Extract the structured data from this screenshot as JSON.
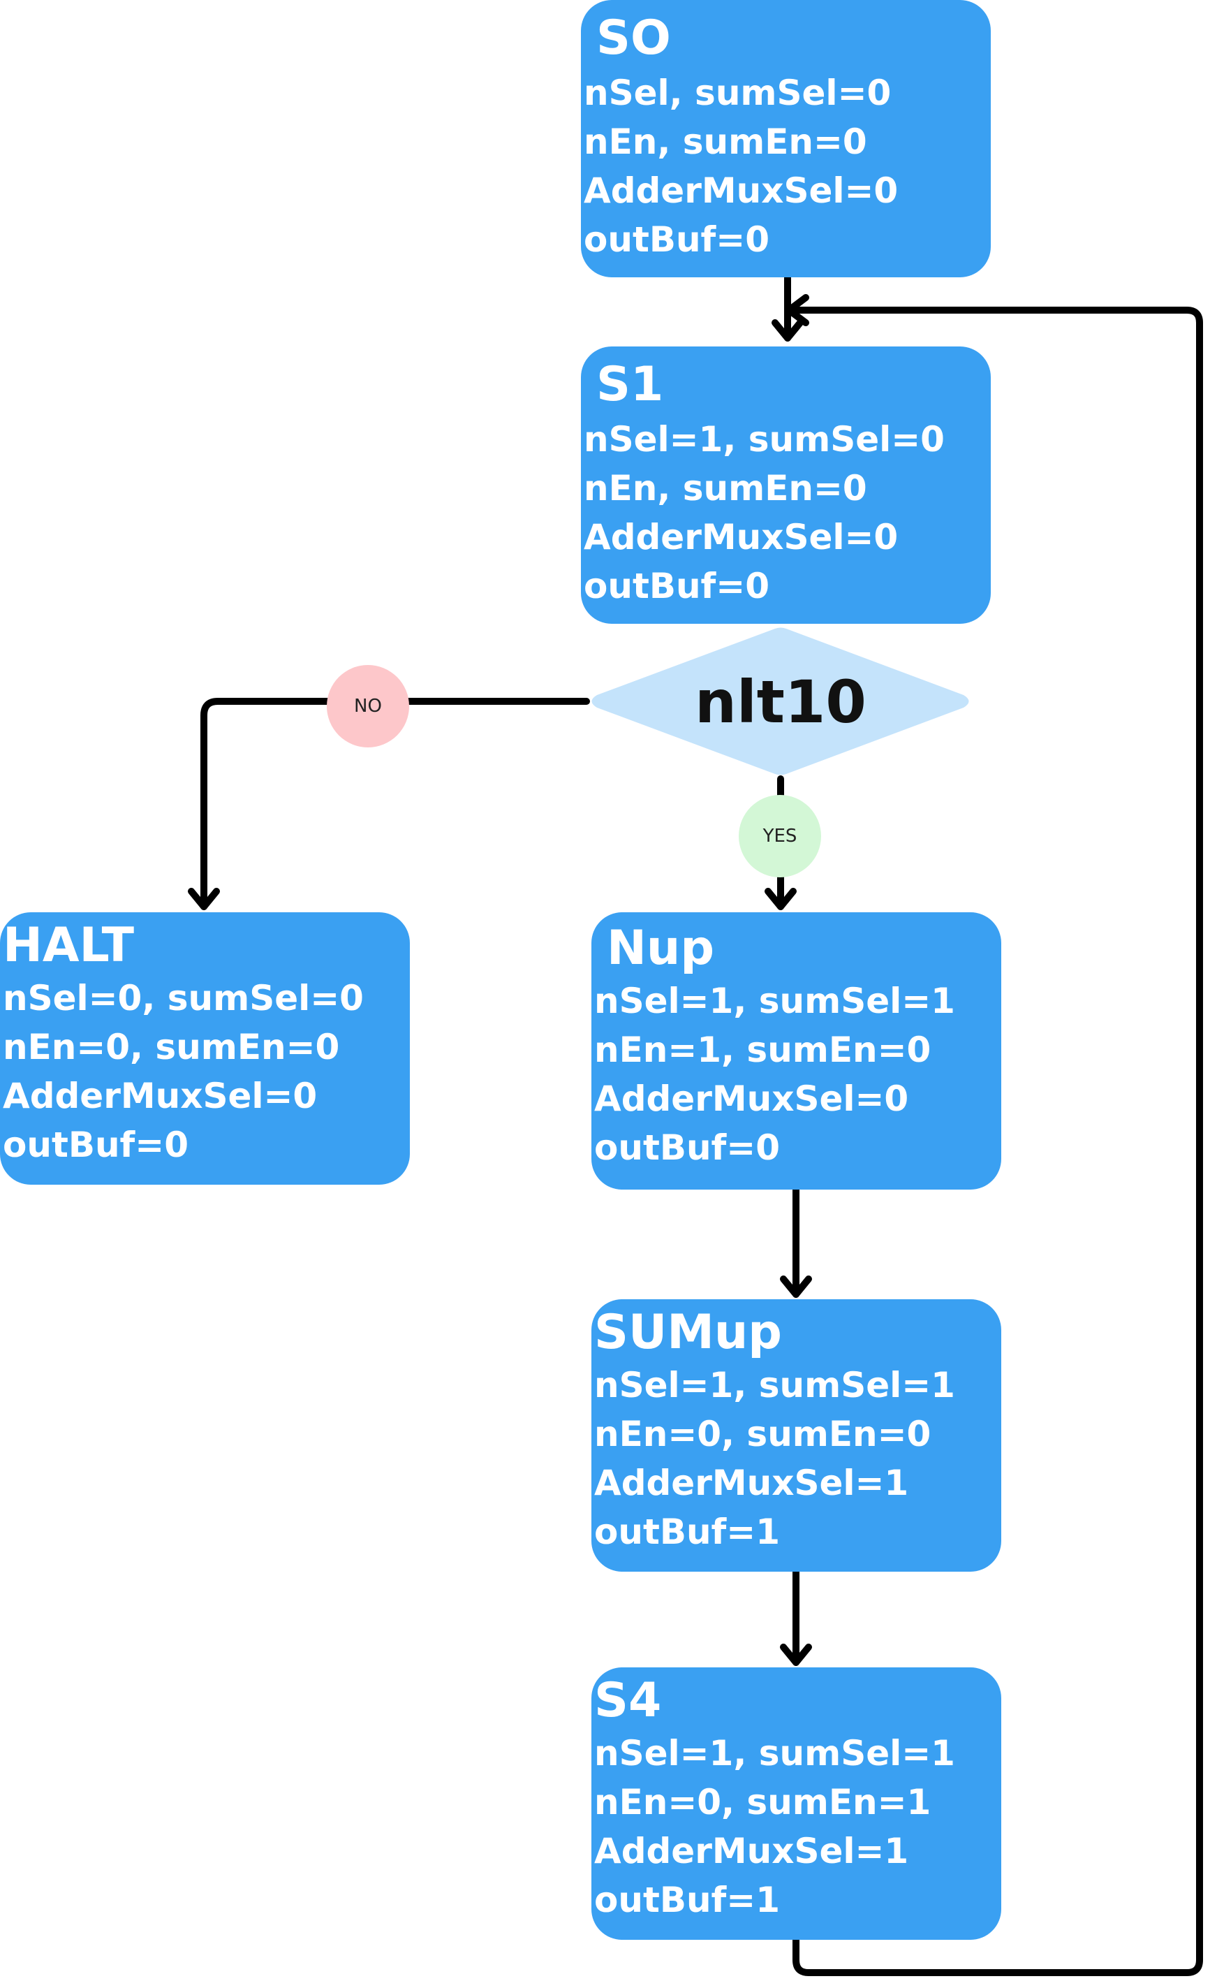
{
  "states": {
    "s0": {
      "title": "SO",
      "lines": [
        "nSel, sumSel=0",
        "nEn, sumEn=0",
        "AdderMuxSel=0",
        "outBuf=0"
      ]
    },
    "s1": {
      "title": "S1",
      "lines": [
        "nSel=1, sumSel=0",
        "nEn, sumEn=0",
        "AdderMuxSel=0",
        "outBuf=0"
      ]
    },
    "halt": {
      "title": "HALT",
      "lines": [
        "nSel=0, sumSel=0",
        "nEn=0, sumEn=0",
        "AdderMuxSel=0",
        "outBuf=0"
      ]
    },
    "nup": {
      "title": "Nup",
      "lines": [
        "nSel=1, sumSel=1",
        "nEn=1, sumEn=0",
        "AdderMuxSel=0",
        "outBuf=0"
      ]
    },
    "sumup": {
      "title": "SUMup",
      "lines": [
        "nSel=1, sumSel=1",
        "nEn=0, sumEn=0",
        "AdderMuxSel=1",
        "outBuf=1"
      ]
    },
    "s4": {
      "title": "S4",
      "lines": [
        "nSel=1, sumSel=1",
        "nEn=0, sumEn=1",
        "AdderMuxSel=1",
        "outBuf=1"
      ]
    }
  },
  "decision": {
    "label": "nlt10"
  },
  "branches": {
    "no": "NO",
    "yes": "YES"
  },
  "colors": {
    "state_fill": "#3aa0f2",
    "state_text": "#ffffff",
    "decision_fill": "#c4e3fb",
    "no_bubble": "#fdc7ca",
    "yes_bubble": "#d3f7d6",
    "wire": "#000000"
  }
}
